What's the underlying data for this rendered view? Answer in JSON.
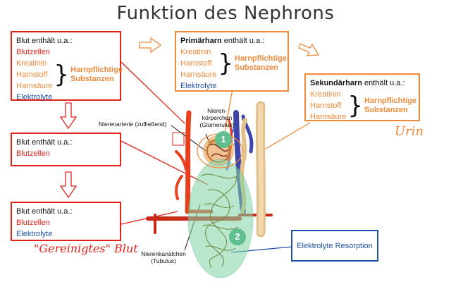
{
  "title": "Funktion des Nephrons",
  "blood_box_1": {
    "heading": "Blut enthält u.a.:",
    "item_red": "Blutzellen",
    "items_orange": [
      "Kreatinin",
      "Harnstoff",
      "Harnsäure"
    ],
    "group_note": [
      "Harnpflichtige",
      "Substanzen"
    ],
    "item_blue": "Elektrolyte"
  },
  "blood_box_2": {
    "heading": "Blut enthält u.a.:",
    "item_red": "Blutzellen"
  },
  "blood_box_3": {
    "heading": "Blut enthält u.a.:",
    "item_red": "Blutzellen",
    "item_blue": "Elektrolyte"
  },
  "primary_box": {
    "heading_bold": "Primärharn",
    "heading_rest": " enthält u.a.:",
    "items_orange": [
      "Kreatinin",
      "Harnstoff",
      "Harnsäure"
    ],
    "group_note": [
      "Harnpflichtige",
      "Substanzen"
    ],
    "item_blue": "Elektrolyte"
  },
  "secondary_box": {
    "heading_bold": "Sekundärharn",
    "heading_rest": " enthält u.a.:",
    "items_orange": [
      "Kreatinin",
      "Harnstoff",
      "Harnsäure"
    ],
    "group_note": [
      "Harnpflichtige",
      "Substanzen"
    ]
  },
  "labels": {
    "cleaned_blood": "\"Gereinigtes\" Blut",
    "urine": "Urin",
    "artery": "Nierenarterie (zufließend)",
    "corpuscle": [
      "Nieren-",
      "körperchen",
      "(Glomerulus)"
    ],
    "tubule": [
      "Nierenkanälchen",
      "(Tubulus)"
    ],
    "resorption": "Elektrolyte Resorption",
    "marker_1": "1",
    "marker_2": "2"
  },
  "colors": {
    "red": "#e0231b",
    "orange": "#f08a3a",
    "blue": "#1d4fa8",
    "green_marker": "#5fbf8f"
  }
}
